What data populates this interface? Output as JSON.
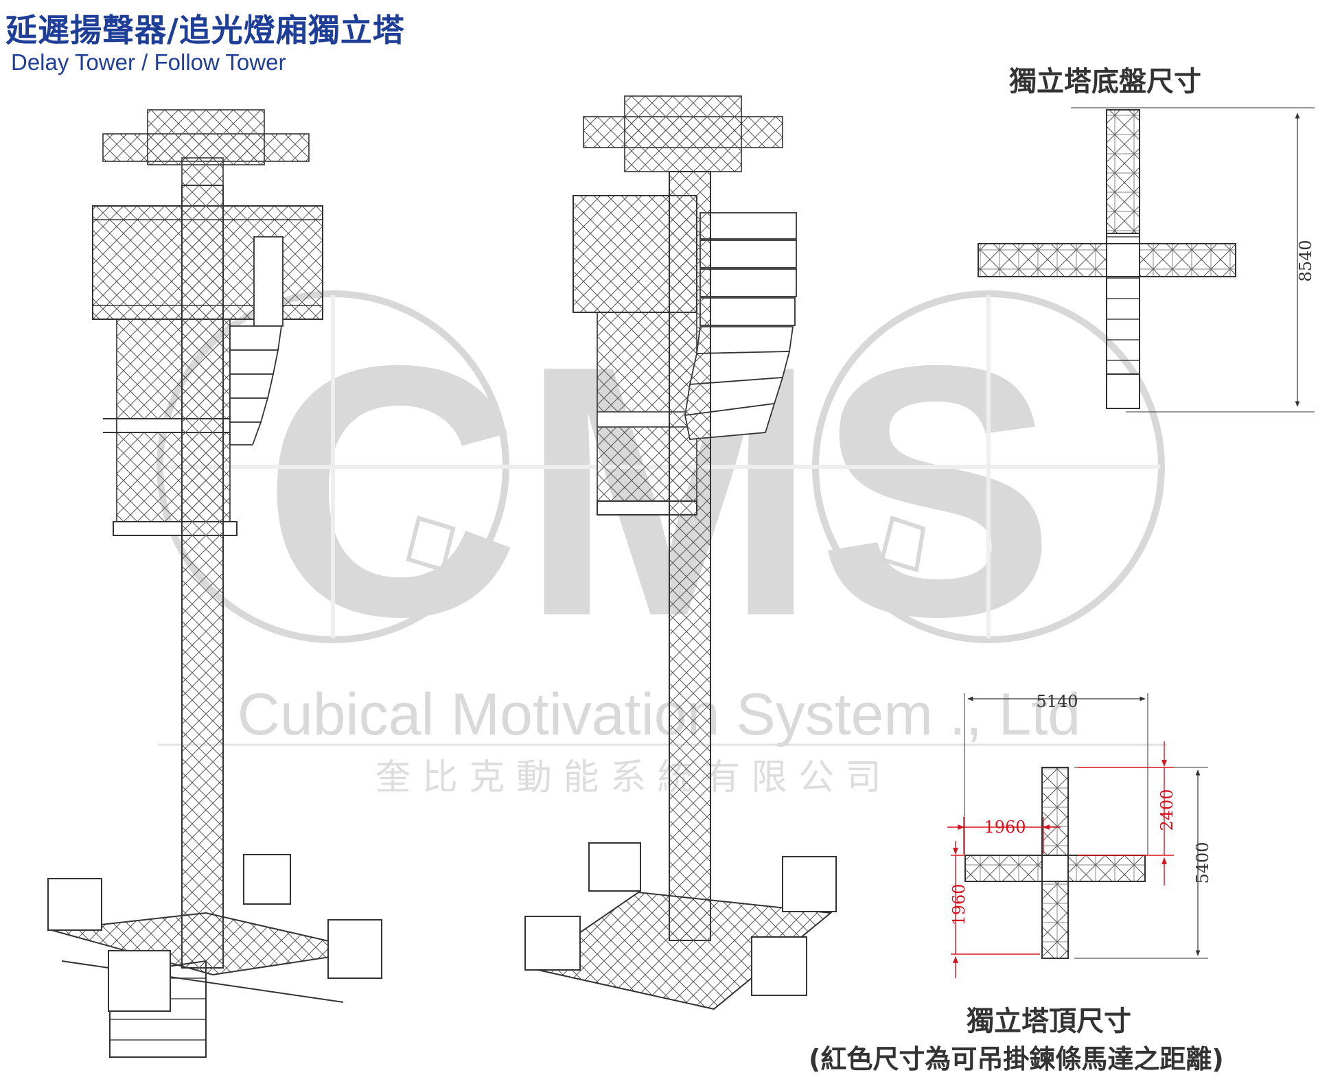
{
  "header": {
    "title_zh": "延遲揚聲器/追光燈廂獨立塔",
    "title_en": "Delay Tower / Follow Tower"
  },
  "watermark": {
    "logo_letters": "CMS",
    "company_en": "Cubical Motivation System ., Ltd",
    "company_zh": "奎 比 克 動 能 系 統 有 限 公 司"
  },
  "base_plan": {
    "caption": "獨立塔底盤尺寸",
    "dim_total": "8540"
  },
  "top_plan": {
    "caption": "獨立塔頂尺寸",
    "note": "(紅色尺寸為可吊掛鍊條馬達之距離)",
    "dim_width": "5140",
    "dim_height": "5400",
    "dim_red_top": "2400",
    "dim_red_arm": "1960",
    "dim_red_side": "1960"
  },
  "colors": {
    "title_blue": "#1f3e98",
    "dimension_red": "#d8121e",
    "line_dark": "#333333",
    "watermark_gray": "#dcdcdc"
  }
}
